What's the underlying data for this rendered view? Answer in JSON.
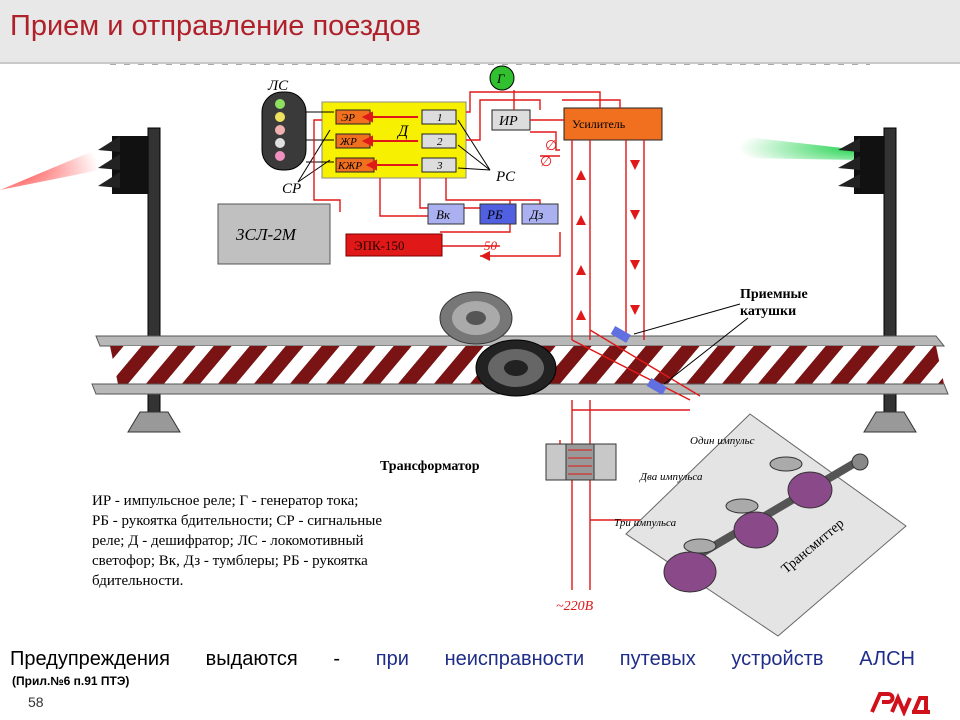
{
  "header": {
    "title": "Прием и отправление поездов"
  },
  "diagram": {
    "ls": "ЛС",
    "cr": "СР",
    "rs": "РС",
    "d": "Д",
    "er": "ЭР",
    "zhr": "ЖР",
    "kzhr": "КЖР",
    "n1": "1",
    "n2": "2",
    "n3": "3",
    "g": "Г",
    "ir": "ИР",
    "amp": "Усилитель",
    "zsl": "3СЛ-2М",
    "epk": "ЭПК-150",
    "v50": "50",
    "vk": "Вк",
    "rb": "РБ",
    "dz": "Дз",
    "coils_1": "Приемные",
    "coils_2": "катушки",
    "transformer": "Трансформатор",
    "one_imp": "Один импульс",
    "two_imp": "Два импульса",
    "three_imp": "Три импульса",
    "transmitter": "Трансмиттер",
    "v220": "~220В",
    "legend": [
      "ИР - импульсное реле; Г - генератор тока;",
      "РБ - рукоятка бдительности; СР - сигнальные",
      "реле; Д - дешифратор; ЛС - локомотивный",
      "светофор; Вк, Дз - тумблеры; РБ - рукоятка",
      "бдительности."
    ]
  },
  "footer": {
    "warning_prefix": "Предупреждения выдаются - ",
    "warning_highlight": "при неисправности путевых устройств АЛСН",
    "reference": "(Прил.№6 п.91 ПТЭ)",
    "page_number": "58"
  },
  "colors": {
    "title": "#b0202a",
    "red_wire": "#e01818",
    "yellow_block": "#f7f000",
    "highlight_text": "#1f2d8a"
  }
}
